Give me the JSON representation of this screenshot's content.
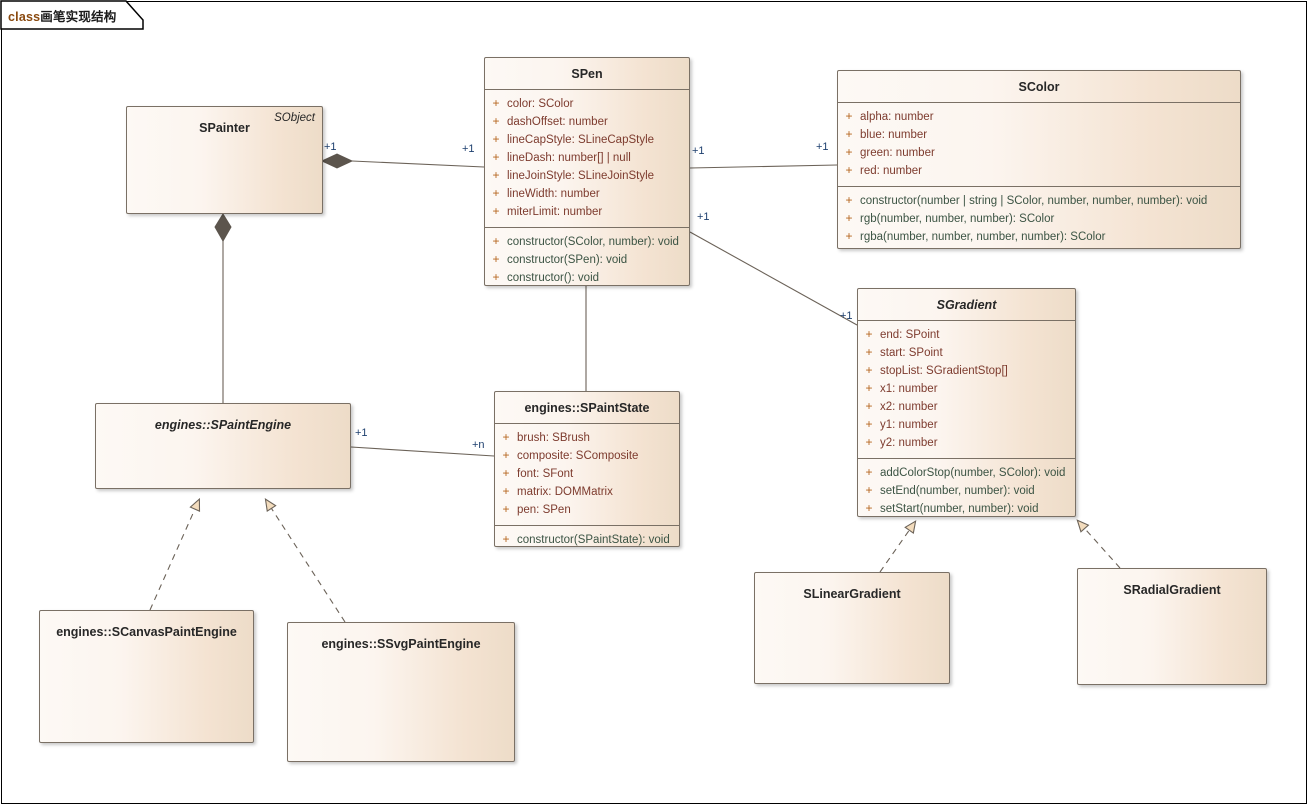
{
  "diagram": {
    "frame_label_keyword": "class",
    "frame_label_name": "画笔实现结构",
    "title": "class 画笔实现结构"
  },
  "colors": {
    "box_fill_light": "#fdf9f5",
    "box_fill_dark": "#eddcc8",
    "box_border": "#7a7065",
    "attribute_text": "#7d3b2e",
    "operation_text": "#3c5444",
    "visibility_plus": "#b5651d",
    "multiplicity_text": "#1d3f6e",
    "connector_line": "#6b6258",
    "arrow_fill": "#f3dcbd",
    "frame_border": "#000000"
  },
  "classes": {
    "spainter": {
      "name": "SPainter",
      "stereotype": "SObject",
      "attributes": [],
      "operations": []
    },
    "spen": {
      "name": "SPen",
      "attributes": [
        {
          "vis": "+",
          "text": "color: SColor"
        },
        {
          "vis": "+",
          "text": "dashOffset: number"
        },
        {
          "vis": "+",
          "text": "lineCapStyle: SLineCapStyle"
        },
        {
          "vis": "+",
          "text": "lineDash: number[] | null"
        },
        {
          "vis": "+",
          "text": "lineJoinStyle: SLineJoinStyle"
        },
        {
          "vis": "+",
          "text": "lineWidth: number"
        },
        {
          "vis": "+",
          "text": "miterLimit: number"
        }
      ],
      "operations": [
        {
          "vis": "+",
          "text": "constructor(SColor, number): void"
        },
        {
          "vis": "+",
          "text": "constructor(SPen): void"
        },
        {
          "vis": "+",
          "text": "constructor(): void"
        }
      ]
    },
    "scolor": {
      "name": "SColor",
      "attributes": [
        {
          "vis": "+",
          "text": "alpha: number"
        },
        {
          "vis": "+",
          "text": "blue: number"
        },
        {
          "vis": "+",
          "text": "green: number"
        },
        {
          "vis": "+",
          "text": "red: number"
        }
      ],
      "operations": [
        {
          "vis": "+",
          "text": "constructor(number | string | SColor, number, number, number): void"
        },
        {
          "vis": "+",
          "text": "rgb(number, number, number): SColor"
        },
        {
          "vis": "+",
          "text": "rgba(number, number, number, number): SColor"
        }
      ]
    },
    "sgradient": {
      "name": "SGradient",
      "attributes": [
        {
          "vis": "+",
          "text": "end: SPoint"
        },
        {
          "vis": "+",
          "text": "start: SPoint"
        },
        {
          "vis": "+",
          "text": "stopList: SGradientStop[]"
        },
        {
          "vis": "+",
          "text": "x1: number"
        },
        {
          "vis": "+",
          "text": "x2: number"
        },
        {
          "vis": "+",
          "text": "y1: number"
        },
        {
          "vis": "+",
          "text": "y2: number"
        }
      ],
      "operations": [
        {
          "vis": "+",
          "text": "addColorStop(number, SColor): void"
        },
        {
          "vis": "+",
          "text": "setEnd(number, number): void"
        },
        {
          "vis": "+",
          "text": "setStart(number, number): void"
        }
      ]
    },
    "spaintengine": {
      "name": "engines::SPaintEngine",
      "attributes": [],
      "operations": []
    },
    "spaintstate": {
      "name": "engines::SPaintState",
      "attributes": [
        {
          "vis": "+",
          "text": "brush: SBrush"
        },
        {
          "vis": "+",
          "text": "composite: SComposite"
        },
        {
          "vis": "+",
          "text": "font: SFont"
        },
        {
          "vis": "+",
          "text": "matrix: DOMMatrix"
        },
        {
          "vis": "+",
          "text": "pen: SPen"
        }
      ],
      "operations": [
        {
          "vis": "+",
          "text": "constructor(SPaintState): void"
        }
      ]
    },
    "scanvaspaintengine": {
      "name": "engines::SCanvasPaintEngine",
      "attributes": [],
      "operations": []
    },
    "ssvgpaintengine": {
      "name": "engines::SSvgPaintEngine",
      "attributes": [],
      "operations": []
    },
    "slineargradient": {
      "name": "SLinearGradient",
      "attributes": [],
      "operations": []
    },
    "sradialgradient": {
      "name": "SRadialGradient",
      "attributes": [],
      "operations": []
    }
  },
  "connectors": [
    {
      "id": "spainter-spen",
      "type": "composition",
      "source": "SPainter",
      "target": "SPen",
      "source_multiplicity": "+1",
      "target_multiplicity": "+1"
    },
    {
      "id": "spen-scolor",
      "type": "association",
      "source": "SPen",
      "target": "SColor",
      "source_multiplicity": "+1",
      "target_multiplicity": "+1"
    },
    {
      "id": "spen-sgradient",
      "type": "association",
      "source": "SPen",
      "target": "SGradient",
      "source_multiplicity": "+1",
      "target_multiplicity": "+1"
    },
    {
      "id": "spainter-spaintengine",
      "type": "composition",
      "source": "SPainter",
      "target": "engines::SPaintEngine",
      "source_multiplicity": "",
      "target_multiplicity": ""
    },
    {
      "id": "spaintengine-spaintstate",
      "type": "association",
      "source": "engines::SPaintEngine",
      "target": "engines::SPaintState",
      "source_multiplicity": "+1",
      "target_multiplicity": "+n"
    },
    {
      "id": "scanvaspaintengine-spaintengine",
      "type": "realization",
      "source": "engines::SCanvasPaintEngine",
      "target": "engines::SPaintEngine"
    },
    {
      "id": "ssvgpaintengine-spaintengine",
      "type": "realization",
      "source": "engines::SSvgPaintEngine",
      "target": "engines::SPaintEngine"
    },
    {
      "id": "slineargradient-sgradient",
      "type": "realization",
      "source": "SLinearGradient",
      "target": "SGradient"
    },
    {
      "id": "sradialgradient-sgradient",
      "type": "realization",
      "source": "SRadialGradient",
      "target": "SGradient"
    }
  ],
  "multiplicity_labels": {
    "spainter_end": "+1",
    "spen_left_end": "+1",
    "spen_right_end": "+1",
    "scolor_end": "+1",
    "spen_grad_end": "+1",
    "sgradient_end": "+1",
    "spaintengine_end": "+1",
    "spaintstate_end": "+n"
  }
}
